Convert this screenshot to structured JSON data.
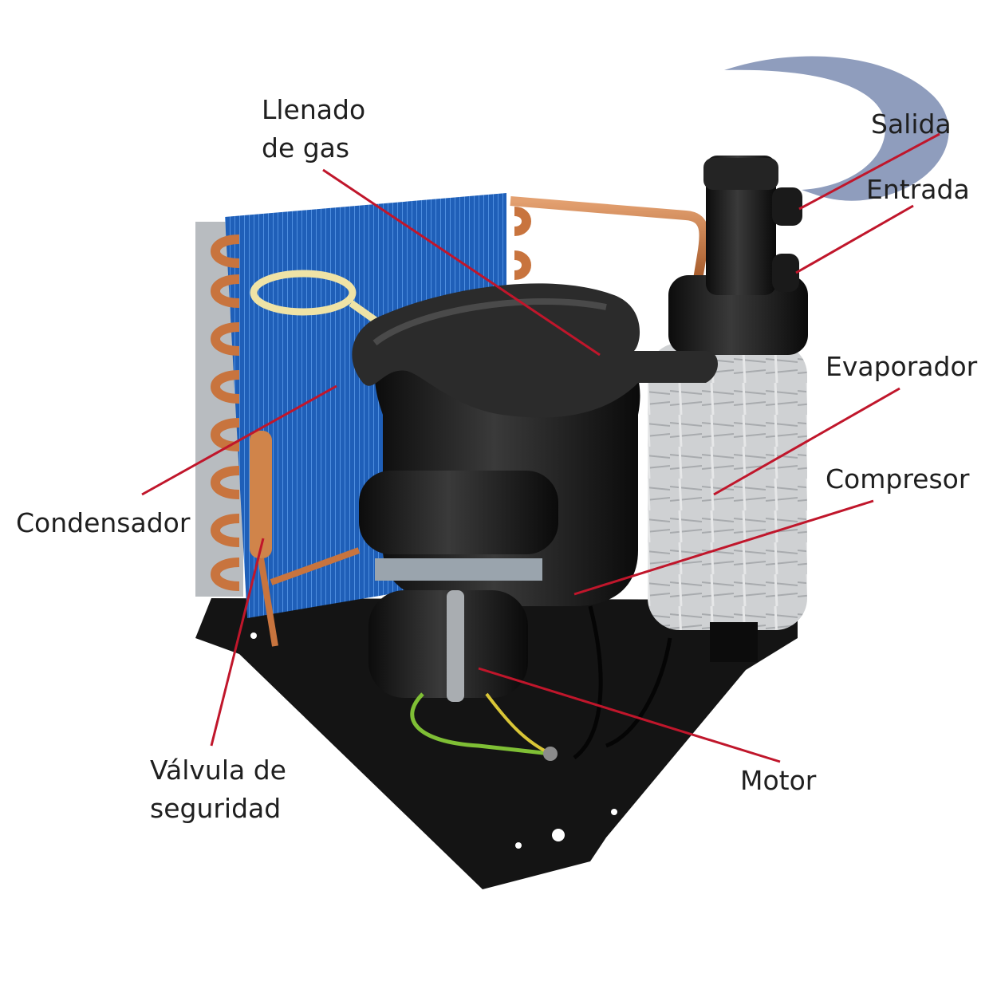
{
  "colors": {
    "leader_line": "#c0162b",
    "accent_crescent": "#8f9dbd",
    "base_plate": "#141414",
    "condenser_fins": "#1f5fb8",
    "copper_pipe": "#c8743e",
    "insulation": "#2b2b2b",
    "evaporator_foil": "#cfd1d3",
    "label_text": "#1f1f1f"
  },
  "labels": {
    "llenado": {
      "line1": "Llenado",
      "line2": "de gas"
    },
    "salida": "Salida",
    "entrada": "Entrada",
    "evaporador": "Evaporador",
    "compresor": "Compresor",
    "condensador": "Condensador",
    "valvula": {
      "line1": "Válvula de",
      "line2": "seguridad"
    },
    "motor": "Motor"
  }
}
